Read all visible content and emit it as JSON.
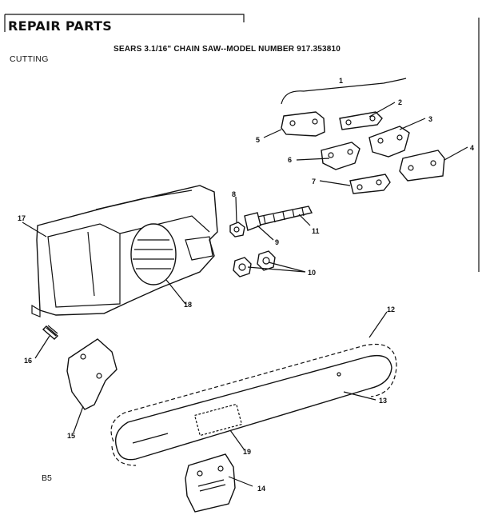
{
  "header": {
    "title": "REPAIR PARTS",
    "subtitle": "SEARS 3.1/16\" CHAIN SAW--MODEL NUMBER 917.353810",
    "section": "CUTTING"
  },
  "footer": {
    "page_ref": "B5"
  },
  "callouts": [
    "1",
    "2",
    "3",
    "4",
    "5",
    "6",
    "7",
    "8",
    "9",
    "10",
    "11",
    "12",
    "13",
    "14",
    "15",
    "16",
    "17",
    "18",
    "19"
  ]
}
